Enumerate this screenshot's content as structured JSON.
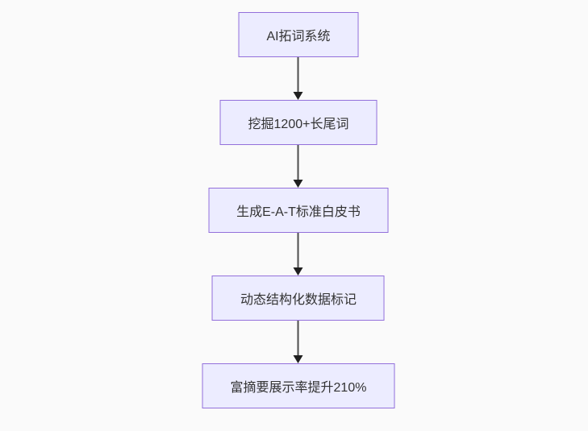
{
  "flowchart": {
    "type": "flowchart",
    "direction": "top-down",
    "background_color": "#fafafa",
    "node_fill_color": "#ececff",
    "node_border_color": "#9370db",
    "node_text_color": "#333333",
    "arrow_color": "#333333",
    "nodes": [
      {
        "id": "node-1",
        "label": "AI拓词系统"
      },
      {
        "id": "node-2",
        "label": "挖掘1200+长尾词"
      },
      {
        "id": "node-3",
        "label": "生成E-A-T标准白皮书"
      },
      {
        "id": "node-4",
        "label": "动态结构化数据标记"
      },
      {
        "id": "node-5",
        "label": "富摘要展示率提升210%"
      }
    ],
    "edges": [
      {
        "from": "node-1",
        "to": "node-2"
      },
      {
        "from": "node-2",
        "to": "node-3"
      },
      {
        "from": "node-3",
        "to": "node-4"
      },
      {
        "from": "node-4",
        "to": "node-5"
      }
    ]
  }
}
